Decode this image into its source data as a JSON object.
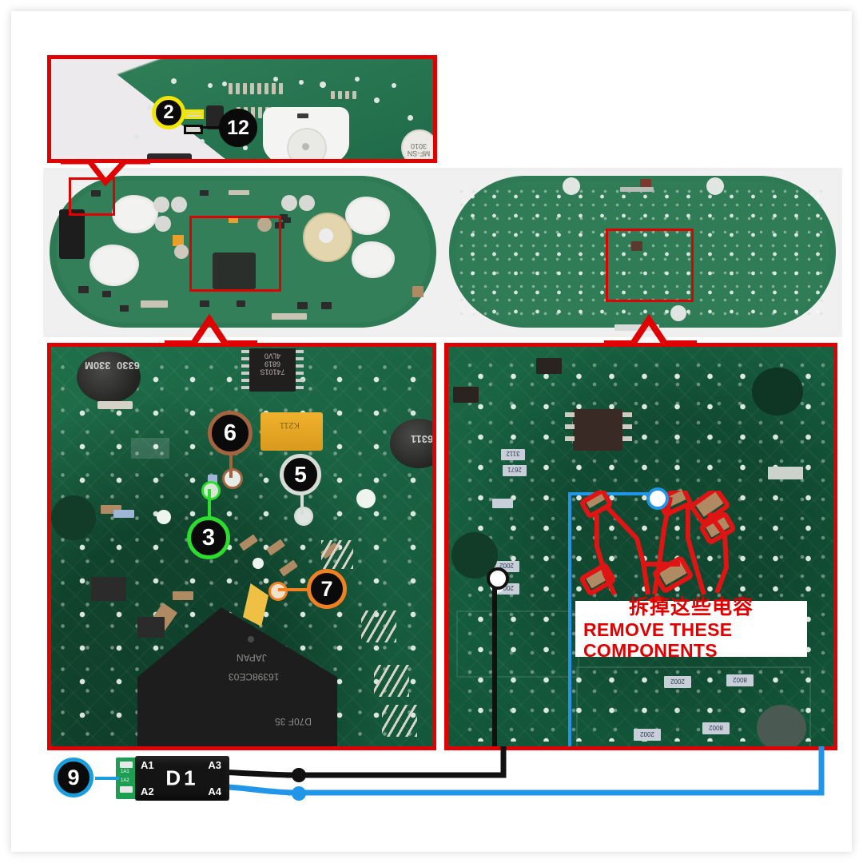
{
  "document": {
    "type": "pcb-repair-illustration",
    "background_color": "#ffffff",
    "frame_color": "#e00000"
  },
  "panels": [
    {
      "id": "top-detail",
      "name": "top-zoom-panel",
      "description": "Zoomed detail of upper-left corner of front PCB",
      "border_color": "#e00000"
    },
    {
      "id": "front-overview",
      "name": "pcb-front-overview",
      "description": "Front side of instrument cluster PCB"
    },
    {
      "id": "back-overview",
      "name": "pcb-back-overview",
      "description": "Back side of instrument cluster PCB"
    },
    {
      "id": "front-detail",
      "name": "pcb-front-detail",
      "description": "Zoomed front PCB area around main processor"
    },
    {
      "id": "back-detail",
      "name": "pcb-back-detail",
      "description": "Zoomed back PCB area with components to remove"
    }
  ],
  "markers": [
    {
      "id": "m2",
      "label": "2",
      "ring_color": "#f2e600",
      "fill": "#0a0a0a",
      "text": "#ffffff",
      "panel": "top-detail"
    },
    {
      "id": "m12",
      "label": "12",
      "ring_color": "#0a0a0a",
      "fill": "#0a0a0a",
      "text": "#ffffff",
      "panel": "top-detail"
    },
    {
      "id": "m6",
      "label": "6",
      "ring_color": "#a4643f",
      "fill": "#0a0a0a",
      "text": "#ffffff",
      "panel": "front-detail"
    },
    {
      "id": "m5",
      "label": "5",
      "ring_color": "#d8dcd8",
      "fill": "#0a0a0a",
      "text": "#ffffff",
      "panel": "front-detail"
    },
    {
      "id": "m3",
      "label": "3",
      "ring_color": "#2ddd2d",
      "fill": "#0a0a0a",
      "text": "#ffffff",
      "panel": "front-detail"
    },
    {
      "id": "m7",
      "label": "7",
      "ring_color": "#f08020",
      "fill": "#0a0a0a",
      "text": "#ffffff",
      "panel": "front-detail"
    },
    {
      "id": "m9",
      "label": "9",
      "ring_color": "#1b9ede",
      "fill": "#0a0a0a",
      "text": "#ffffff",
      "panel": "d1-module"
    }
  ],
  "caption": {
    "chinese": "拆掉这些电容",
    "english": "REMOVE THESE COMPONENTS",
    "text_color": "#e00000",
    "background": "#ffffff"
  },
  "d1_module": {
    "name": "D1",
    "pins": [
      "A1",
      "A2",
      "A3",
      "A4"
    ],
    "terminal_labels": [
      "1A1",
      "1A2"
    ],
    "body_color": "#141414",
    "terminal_color": "#1e9e52"
  },
  "wires": [
    {
      "id": "black-wire",
      "name": "ground-wire",
      "color": "#111111",
      "from": "D1 A3",
      "to": "back-detail pad"
    },
    {
      "id": "blue-wire",
      "name": "signal-wire",
      "color": "#2196e8",
      "from": "D1 A4",
      "to": "back-detail pad"
    }
  ],
  "component_labels": [
    "330M",
    "6330",
    "6311",
    "74101S",
    "6819",
    "4LV0",
    "16398CE03",
    "JAPAN",
    "D70F 35",
    "2002",
    "8002",
    "3112",
    "2671",
    "MF-SN",
    "3010"
  ],
  "highlight_boxes": [
    {
      "id": "front-ov-corner",
      "color": "#e00000",
      "panel": "front-overview"
    },
    {
      "id": "front-ov-cpu",
      "color": "#e00000",
      "panel": "front-overview"
    },
    {
      "id": "back-ov-zone",
      "color": "#e00000",
      "panel": "back-overview"
    },
    {
      "id": "back-detail-blue",
      "color": "#2196e8",
      "panel": "back-detail"
    }
  ],
  "removal_components_count": 8
}
